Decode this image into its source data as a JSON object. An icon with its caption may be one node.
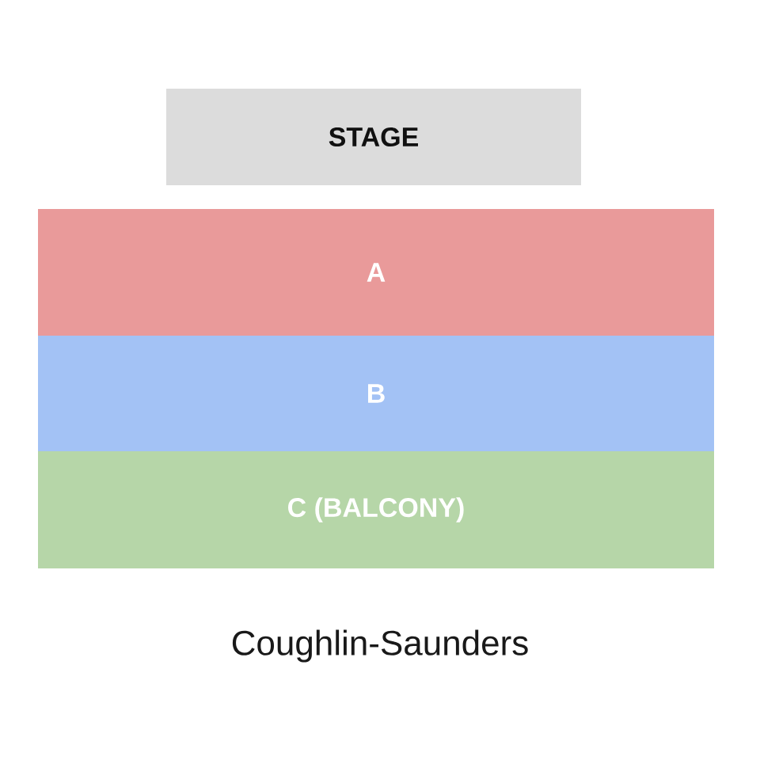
{
  "diagram": {
    "caption": "Coughlin-Saunders",
    "nodes": [
      {
        "text": [
          "STAGE"
        ]
      },
      {
        "text": [
          "A"
        ]
      },
      {
        "text": [
          "B"
        ]
      },
      {
        "text": [
          "C (BALCONY)"
        ]
      }
    ]
  }
}
